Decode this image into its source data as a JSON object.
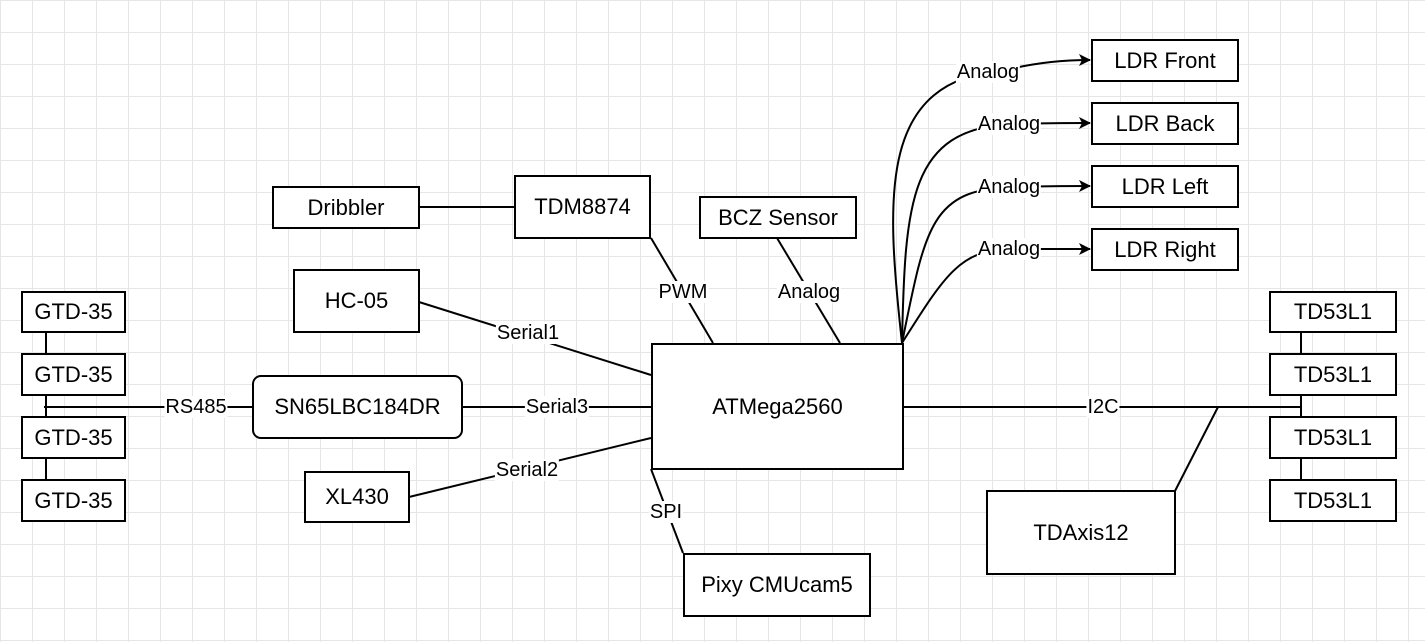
{
  "nodes": {
    "gtd1": "GTD-35",
    "gtd2": "GTD-35",
    "gtd3": "GTD-35",
    "gtd4": "GTD-35",
    "sn65": "SN65LBC184DR",
    "hc05": "HC-05",
    "dribbler": "Dribbler",
    "tdm": "TDM8874",
    "xl430": "XL430",
    "mcu": "ATMega2560",
    "bcz": "BCZ Sensor",
    "pixy": "Pixy CMUcam5",
    "ldr_front": "LDR Front",
    "ldr_back": "LDR Back",
    "ldr_left": "LDR Left",
    "ldr_right": "LDR Right",
    "td1": "TD53L1",
    "td2": "TD53L1",
    "td3": "TD53L1",
    "td4": "TD53L1",
    "tdaxis": "TDAxis12"
  },
  "edges": {
    "rs485": "RS485",
    "serial1": "Serial1",
    "serial3": "Serial3",
    "serial2": "Serial2",
    "pwm": "PWM",
    "bcz_analog": "Analog",
    "spi": "SPI",
    "i2c": "I2C",
    "ldr_front_analog": "Analog",
    "ldr_back_analog": "Analog",
    "ldr_left_analog": "Analog",
    "ldr_right_analog": "Analog"
  }
}
